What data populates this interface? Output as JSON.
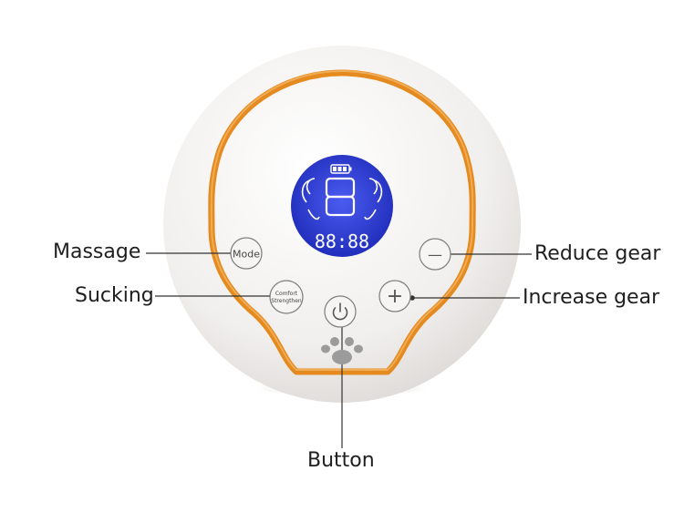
{
  "callouts": {
    "massage": "Massage",
    "sucking": "Sucking",
    "reduce_gear": "Reduce gear",
    "increase_gear": "Increase gear",
    "button": "Button"
  },
  "device": {
    "mode_button_label": "Mode",
    "comfort_label": "Comfort",
    "strengthen_label": "Strengthen",
    "minus_symbol": "—",
    "plus_symbol": "+",
    "display_digit": "8",
    "display_time": "88:88"
  },
  "colors": {
    "accent_ring": "#e58a1f",
    "body": "#f3f1ef",
    "screen": "#2f3bd6",
    "paw": "#9b9b9b"
  },
  "icons": [
    "battery-icon",
    "power-icon",
    "paw-icon",
    "minus-icon",
    "plus-icon"
  ]
}
